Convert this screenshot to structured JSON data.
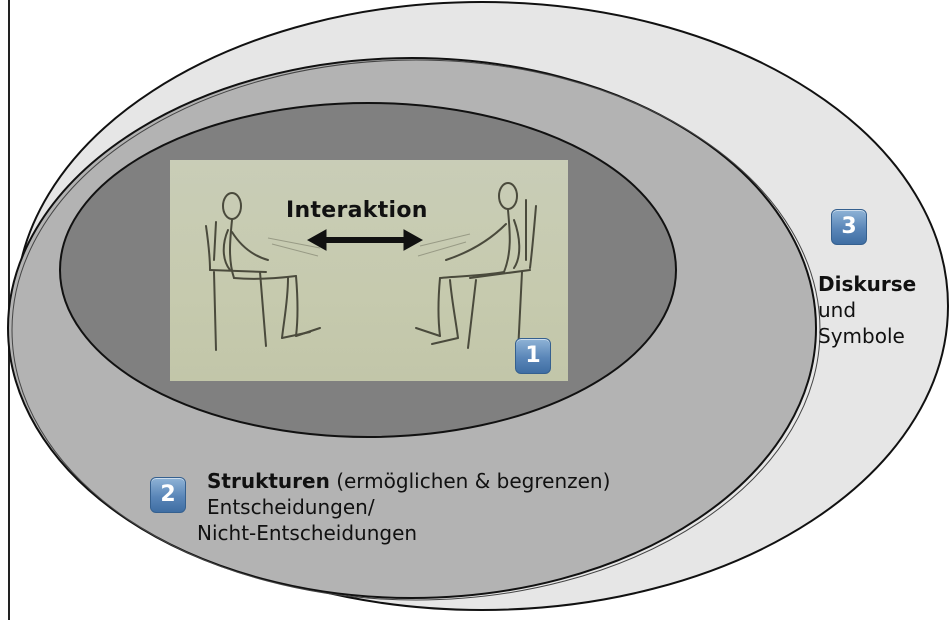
{
  "diagram": {
    "level1": {
      "badge": "1",
      "interaction_label": "Interaktion"
    },
    "level2": {
      "badge": "2",
      "title": "Strukturen",
      "title_suffix": "(ermöglichen & begrenzen)",
      "line2": "Entscheidungen/",
      "line3": "Nicht-Entscheidungen"
    },
    "level3": {
      "badge": "3",
      "title": "Diskurse",
      "line2": "und",
      "line3": "Symbole"
    }
  },
  "colors": {
    "outer_ellipse": "#e6e6e6",
    "middle_ellipse": "#b3b3b3",
    "inner_ellipse": "#808080",
    "photo_bg": "#c7cbb1",
    "badge_blue": "#5a86b8"
  }
}
